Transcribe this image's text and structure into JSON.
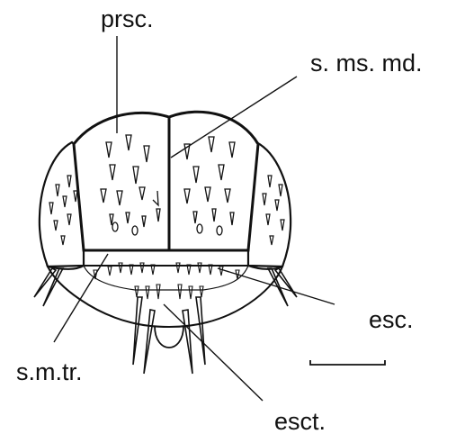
{
  "figure": {
    "labels": {
      "prescutum": "prsc.",
      "median_mesonotal_suture": "s. ms. md.",
      "scutellum": "esc.",
      "transverse_suture": "s.m.tr.",
      "scutellar_plate": "esct."
    },
    "colors": {
      "line": "#111111",
      "background": "#ffffff"
    }
  }
}
